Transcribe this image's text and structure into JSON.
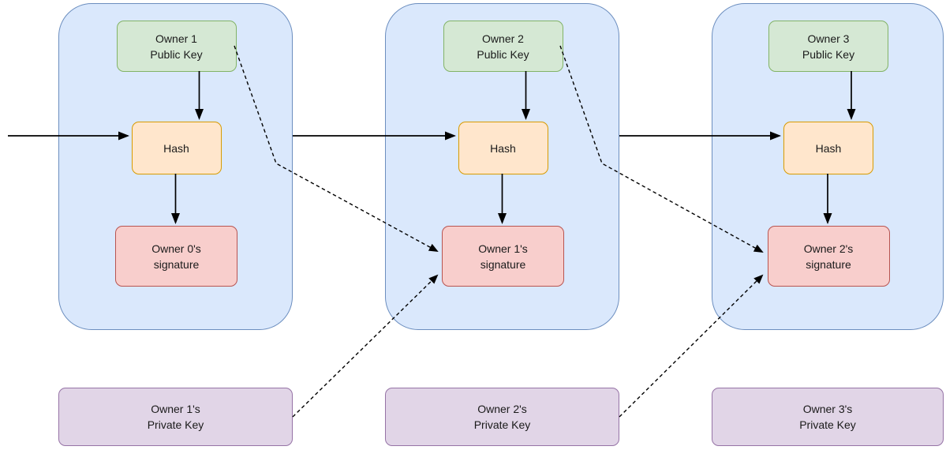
{
  "diagram": {
    "transactions": [
      {
        "public_key": {
          "line1": "Owner 1",
          "line2": "Public Key"
        },
        "hash_label": "Hash",
        "signature": {
          "line1": "Owner 0's",
          "line2": "signature"
        }
      },
      {
        "public_key": {
          "line1": "Owner 2",
          "line2": "Public Key"
        },
        "hash_label": "Hash",
        "signature": {
          "line1": "Owner 1's",
          "line2": "signature"
        }
      },
      {
        "public_key": {
          "line1": "Owner 3",
          "line2": "Public Key"
        },
        "hash_label": "Hash",
        "signature": {
          "line1": "Owner 2's",
          "line2": "signature"
        }
      }
    ],
    "private_keys": [
      {
        "line1": "Owner 1's",
        "line2": "Private Key"
      },
      {
        "line1": "Owner 2's",
        "line2": "Private Key"
      },
      {
        "line1": "Owner 3's",
        "line2": "Private Key"
      }
    ],
    "colors": {
      "transaction_fill": "#dae8fc",
      "transaction_stroke": "#6c8ebf",
      "public_key_fill": "#d5e8d4",
      "public_key_stroke": "#82b366",
      "hash_fill": "#ffe6cc",
      "hash_stroke": "#d79b00",
      "signature_fill": "#f8cecc",
      "signature_stroke": "#b85450",
      "private_key_fill": "#e1d5e7",
      "private_key_stroke": "#9673a6",
      "arrow": "#000000"
    }
  }
}
